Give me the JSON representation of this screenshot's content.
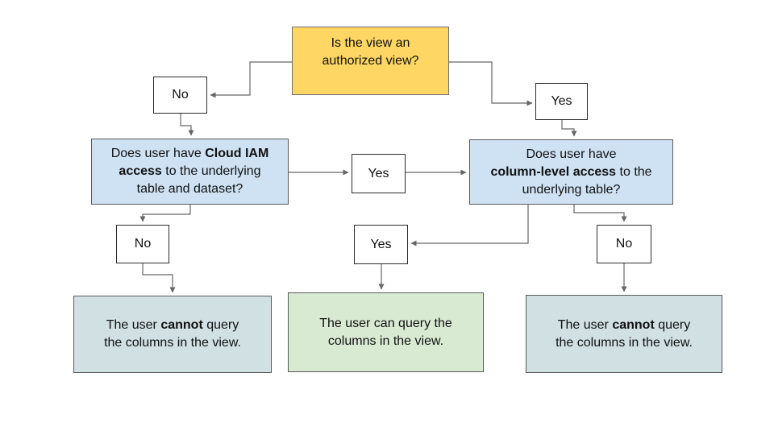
{
  "diagram": {
    "type": "flowchart",
    "topic": "Authorized view column access decision tree",
    "colors": {
      "root_fill": "#FDD663",
      "question_fill": "#CFE2F3",
      "outcome_negative_fill": "#D0E0E3",
      "outcome_positive_fill": "#D9EAD3",
      "connector": "#666666",
      "text": "#111111"
    },
    "nodes": {
      "root": {
        "lines": [
          [
            {
              "t": "Is the view an"
            }
          ],
          [
            {
              "t": "authorized view?"
            }
          ]
        ]
      },
      "no1": {
        "label": "No"
      },
      "yes1": {
        "label": "Yes"
      },
      "q_iam": {
        "lines": [
          [
            {
              "t": "Does user have "
            },
            {
              "t": "Cloud IAM",
              "b": true
            }
          ],
          [
            {
              "t": "access",
              "b": true
            },
            {
              "t": " to the underlying"
            }
          ],
          [
            {
              "t": "table and dataset?"
            }
          ]
        ]
      },
      "yes_mid": {
        "label": "Yes"
      },
      "q_col": {
        "lines": [
          [
            {
              "t": "Does user have"
            }
          ],
          [
            {
              "t": "column-level access",
              "b": true
            },
            {
              "t": " to the"
            }
          ],
          [
            {
              "t": "underlying table?"
            }
          ]
        ]
      },
      "no2": {
        "label": "No"
      },
      "yes2": {
        "label": "Yes"
      },
      "no3": {
        "label": "No"
      },
      "out_left": {
        "lines": [
          [
            {
              "t": "The user "
            },
            {
              "t": "cannot",
              "b": true
            },
            {
              "t": " query"
            }
          ],
          [
            {
              "t": "the columns in the view."
            }
          ]
        ]
      },
      "out_mid": {
        "lines": [
          [
            {
              "t": "The user can query the"
            }
          ],
          [
            {
              "t": "columns in the view."
            }
          ]
        ]
      },
      "out_right": {
        "lines": [
          [
            {
              "t": "The user "
            },
            {
              "t": "cannot",
              "b": true
            },
            {
              "t": " query"
            }
          ],
          [
            {
              "t": "the columns in the view."
            }
          ]
        ]
      }
    },
    "edges": [
      {
        "from": "root",
        "to": "no1"
      },
      {
        "from": "root",
        "to": "yes1"
      },
      {
        "from": "no1",
        "to": "q_iam"
      },
      {
        "from": "yes1",
        "to": "q_col"
      },
      {
        "from": "q_iam",
        "to": "yes_mid"
      },
      {
        "from": "yes_mid",
        "to": "q_col"
      },
      {
        "from": "q_iam",
        "to": "no2"
      },
      {
        "from": "no2",
        "to": "out_left"
      },
      {
        "from": "q_col",
        "to": "yes2"
      },
      {
        "from": "yes2",
        "to": "out_mid"
      },
      {
        "from": "q_col",
        "to": "no3"
      },
      {
        "from": "no3",
        "to": "out_right"
      }
    ]
  }
}
